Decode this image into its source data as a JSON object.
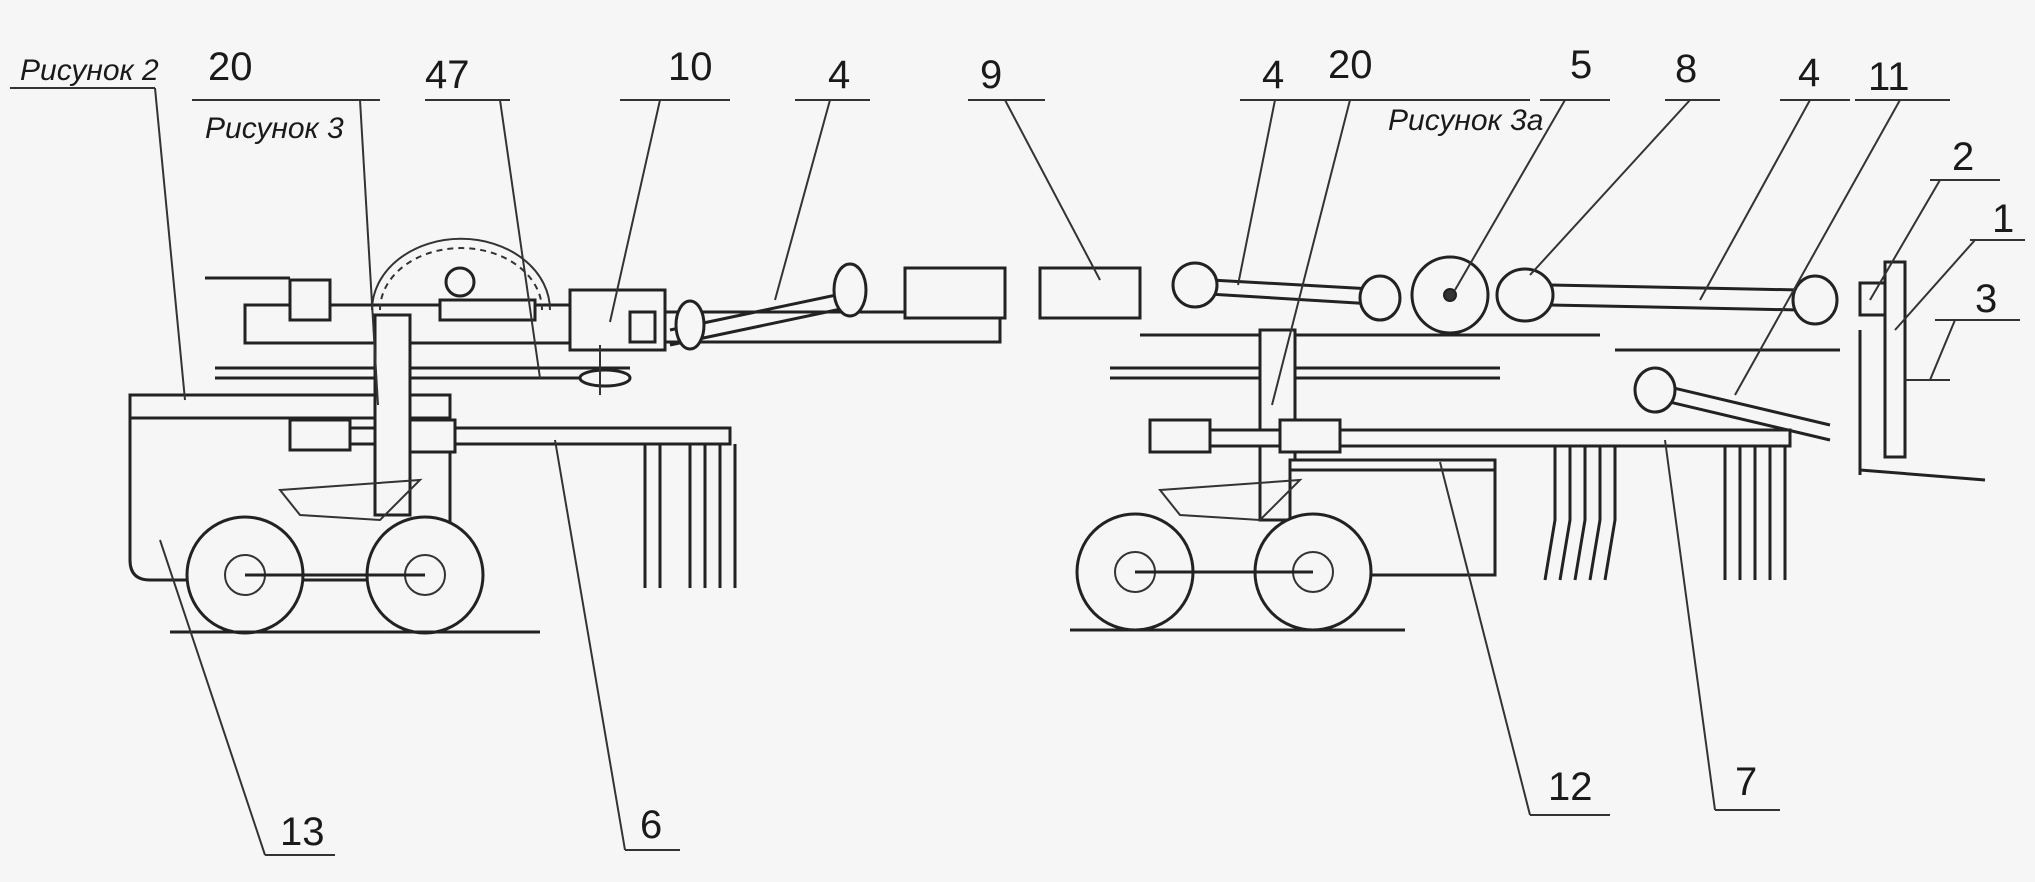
{
  "figure": {
    "captions": [
      {
        "id": "fig2",
        "text": "Рисунок 2"
      },
      {
        "id": "fig3",
        "text": "Рисунок 3"
      },
      {
        "id": "fig3a",
        "text": "Рисунок 3а"
      }
    ],
    "callouts": [
      {
        "id": "c20a",
        "text": "20"
      },
      {
        "id": "c47",
        "text": "47"
      },
      {
        "id": "c10",
        "text": "10"
      },
      {
        "id": "c4a",
        "text": "4"
      },
      {
        "id": "c9",
        "text": "9"
      },
      {
        "id": "c4b",
        "text": "4"
      },
      {
        "id": "c20b",
        "text": "20"
      },
      {
        "id": "c5",
        "text": "5"
      },
      {
        "id": "c8",
        "text": "8"
      },
      {
        "id": "c4c",
        "text": "4"
      },
      {
        "id": "c11",
        "text": "11"
      },
      {
        "id": "c2",
        "text": "2"
      },
      {
        "id": "c1",
        "text": "1"
      },
      {
        "id": "c3",
        "text": "3"
      },
      {
        "id": "c13",
        "text": "13"
      },
      {
        "id": "c6",
        "text": "6"
      },
      {
        "id": "c12",
        "text": "12"
      },
      {
        "id": "c7",
        "text": "7"
      }
    ]
  }
}
